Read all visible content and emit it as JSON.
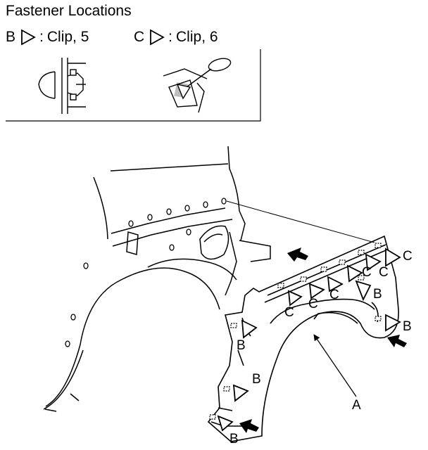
{
  "title": "Fastener Locations",
  "legend": [
    {
      "key": "B",
      "separator": ":",
      "description": "Clip, 5"
    },
    {
      "key": "C",
      "separator": ":",
      "description": "Clip, 6"
    }
  ],
  "callouts": {
    "part": "A",
    "clip_b": "B",
    "clip_c": "C"
  }
}
